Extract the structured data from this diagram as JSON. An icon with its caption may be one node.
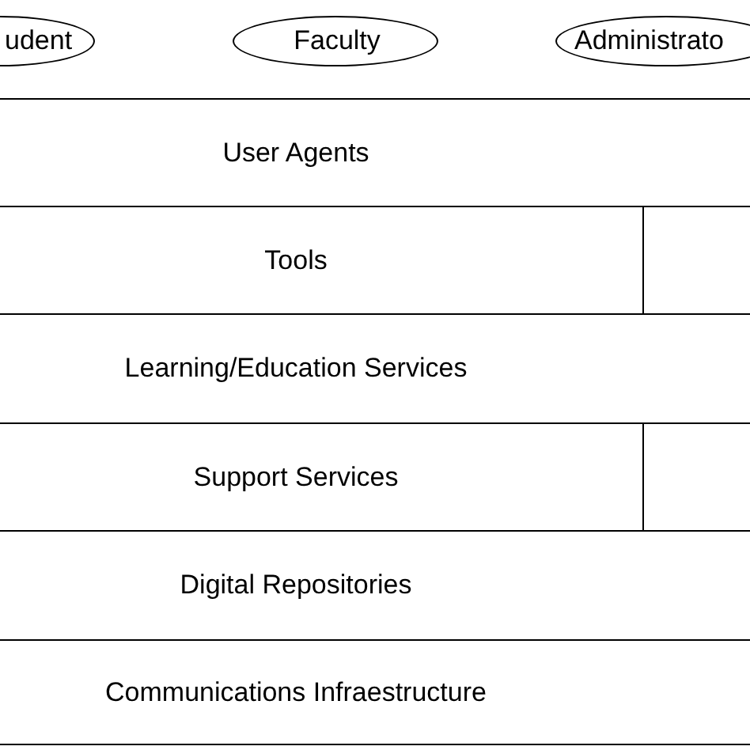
{
  "diagram": {
    "nodes": [
      {
        "text": [
          "udent"
        ]
      },
      {
        "text": [
          "Faculty"
        ]
      },
      {
        "text": [
          "Administrato"
        ]
      },
      {
        "text": [
          "User Agents"
        ]
      },
      {
        "text": [
          "Tools"
        ]
      },
      {
        "text": [
          "Learning/Education Services"
        ]
      },
      {
        "text": [
          "Support Services"
        ]
      },
      {
        "text": [
          "Digital Repositories"
        ]
      },
      {
        "text": [
          "Communications Infraestructure"
        ]
      }
    ],
    "edges": []
  }
}
